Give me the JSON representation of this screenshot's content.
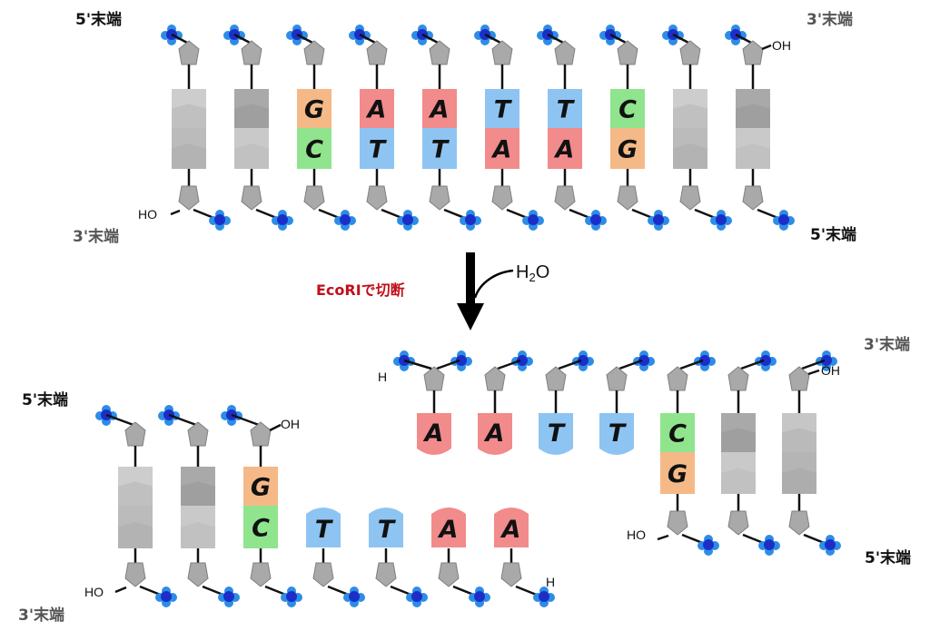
{
  "labels": {
    "five_prime": "5'末端",
    "three_prime": "3'末端",
    "hydroxyl": "OH",
    "hydroxyl_left": "HO",
    "hydrogen": "H",
    "enzyme_text": "EcoRIで切断",
    "water_h": "H",
    "water_sub": "2",
    "water_o": "O"
  },
  "colors": {
    "A": "#f28b8b",
    "T": "#8ec4f2",
    "G": "#f5b987",
    "C": "#8fe48d",
    "enzyme_text": "#c0101a",
    "phosphate_dark": "#1b2fc8",
    "phosphate_light": "#2d8de6",
    "sugar": "#a9a9a9"
  },
  "icons": [
    "phosphate-group-icon",
    "sugar-pentagon-icon",
    "down-arrow-icon",
    "water-curve-arrow-icon"
  ],
  "before": {
    "top_strand": [
      "",
      "",
      "G",
      "A",
      "A",
      "T",
      "T",
      "C",
      "",
      ""
    ],
    "bottom_strand": [
      "",
      "",
      "C",
      "T",
      "T",
      "A",
      "A",
      "G",
      "",
      ""
    ]
  },
  "after_left": {
    "top_strand": [
      "",
      "",
      "G"
    ],
    "bottom_strand": [
      "",
      "",
      "C",
      "T",
      "T",
      "A",
      "A"
    ]
  },
  "after_right": {
    "top_strand": [
      "A",
      "A",
      "T",
      "T",
      "C",
      "",
      ""
    ],
    "bottom_strand": [
      "G",
      "",
      ""
    ]
  }
}
